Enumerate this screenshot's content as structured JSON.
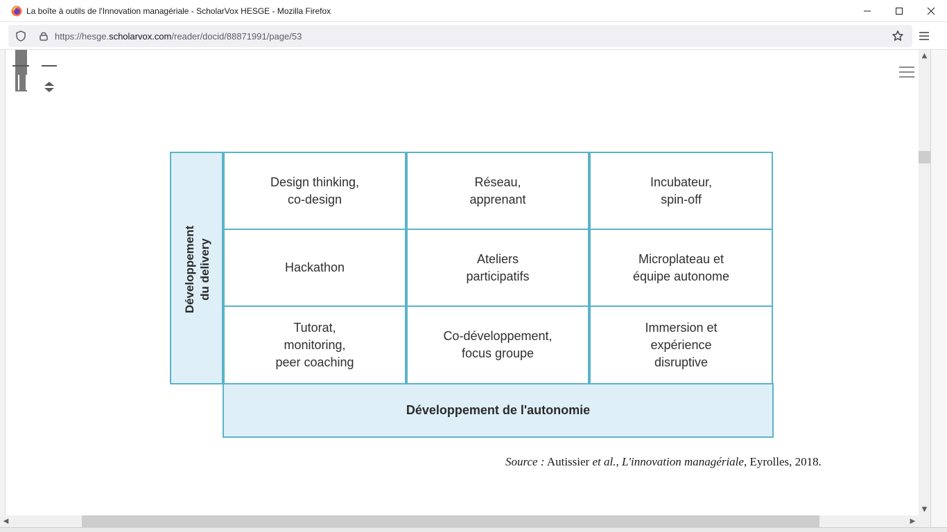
{
  "window": {
    "title": "La boîte à outils de l'Innovation managériale - ScholarVox HESGE - Mozilla Firefox"
  },
  "urlbar": {
    "prefix": "https://hesge.",
    "domain": "scholarvox.com",
    "path": "/reader/docid/88871991/page/53"
  },
  "icons": {
    "browser_logo": "firefox-icon",
    "minimize": "minimize-icon",
    "maximize": "maximize-icon",
    "close": "close-icon",
    "shield": "shield-icon",
    "lock": "lock-icon",
    "bookmark": "star-icon",
    "menu": "hamburger-icon"
  },
  "colors": {
    "accent": "#5ab3c8",
    "fill": "#deeff7"
  },
  "figure": {
    "side_label_line1": "Développement",
    "side_label_line2": "du delivery",
    "bottom_label": "Développement de l'autonomie",
    "cells": [
      [
        "Design thinking,\nco-design",
        "Réseau,\napprenant",
        "Incubateur,\nspin-off"
      ],
      [
        "Hackathon",
        "Ateliers\nparticipatifs",
        "Microplateau et\néquipe autonome"
      ],
      [
        "Tutorat,\nmonitoring,\npeer coaching",
        "Co-développement,\nfocus groupe",
        "Immersion et\nexpérience\ndisruptive"
      ]
    ]
  },
  "source": {
    "label": "Source :",
    "authors": "Autissier",
    "etal": "et al.",
    "title": "L'innovation managériale",
    "rest": ", Eyrolles, 2018."
  }
}
